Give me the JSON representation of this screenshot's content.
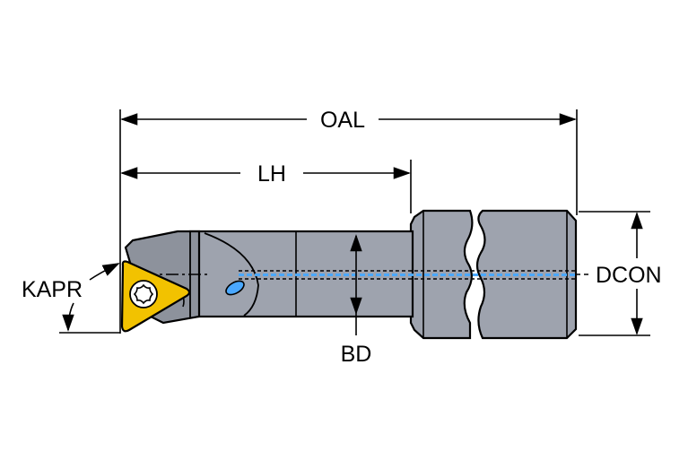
{
  "labels": {
    "oal": "OAL",
    "lh": "LH",
    "dcon": "DCON",
    "kapr": "KAPR",
    "bd": "BD"
  },
  "colors": {
    "body_steel": "#9ea3ae",
    "body_dark": "#6e737d",
    "insert_gold": "#f2c200",
    "coolant_blue": "#4aa8ff",
    "outline": "#000000"
  }
}
